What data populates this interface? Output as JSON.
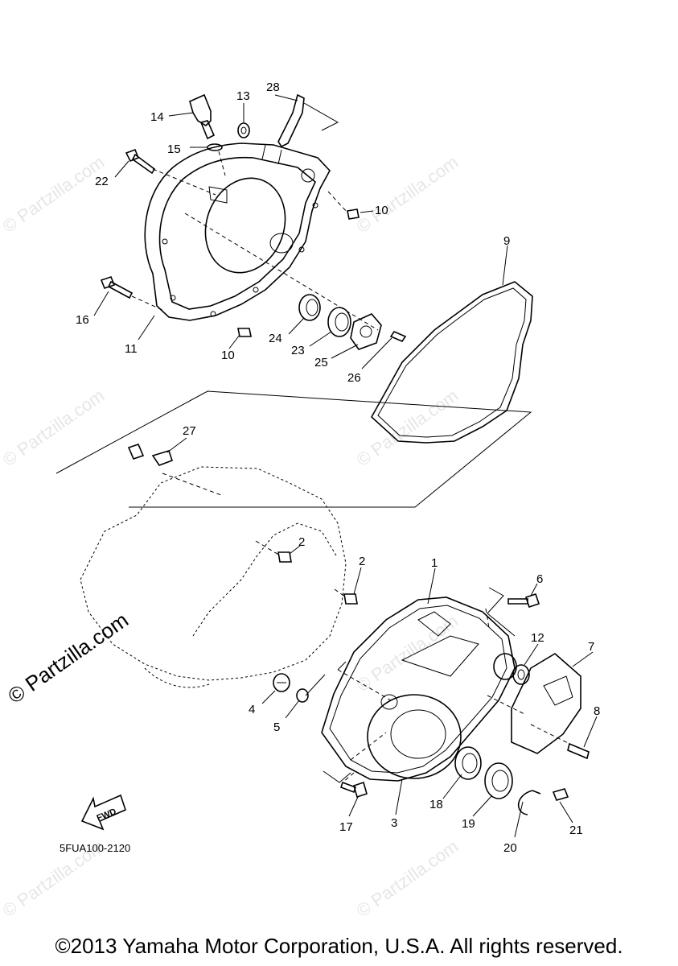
{
  "diagram": {
    "callouts": [
      "1",
      "2",
      "2",
      "3",
      "4",
      "5",
      "6",
      "7",
      "8",
      "9",
      "10",
      "10",
      "11",
      "12",
      "13",
      "14",
      "15",
      "16",
      "17",
      "18",
      "19",
      "20",
      "21",
      "22",
      "23",
      "24",
      "25",
      "26",
      "27",
      "28"
    ],
    "diagram_code": "5FUA100-2120",
    "fwd_label": "FWD",
    "watermark_main": "© Partzilla.com",
    "watermark_faint": "© Partzilla.com",
    "copyright": "©2013 Yamaha Motor Corporation, U.S.A. All rights reserved."
  }
}
